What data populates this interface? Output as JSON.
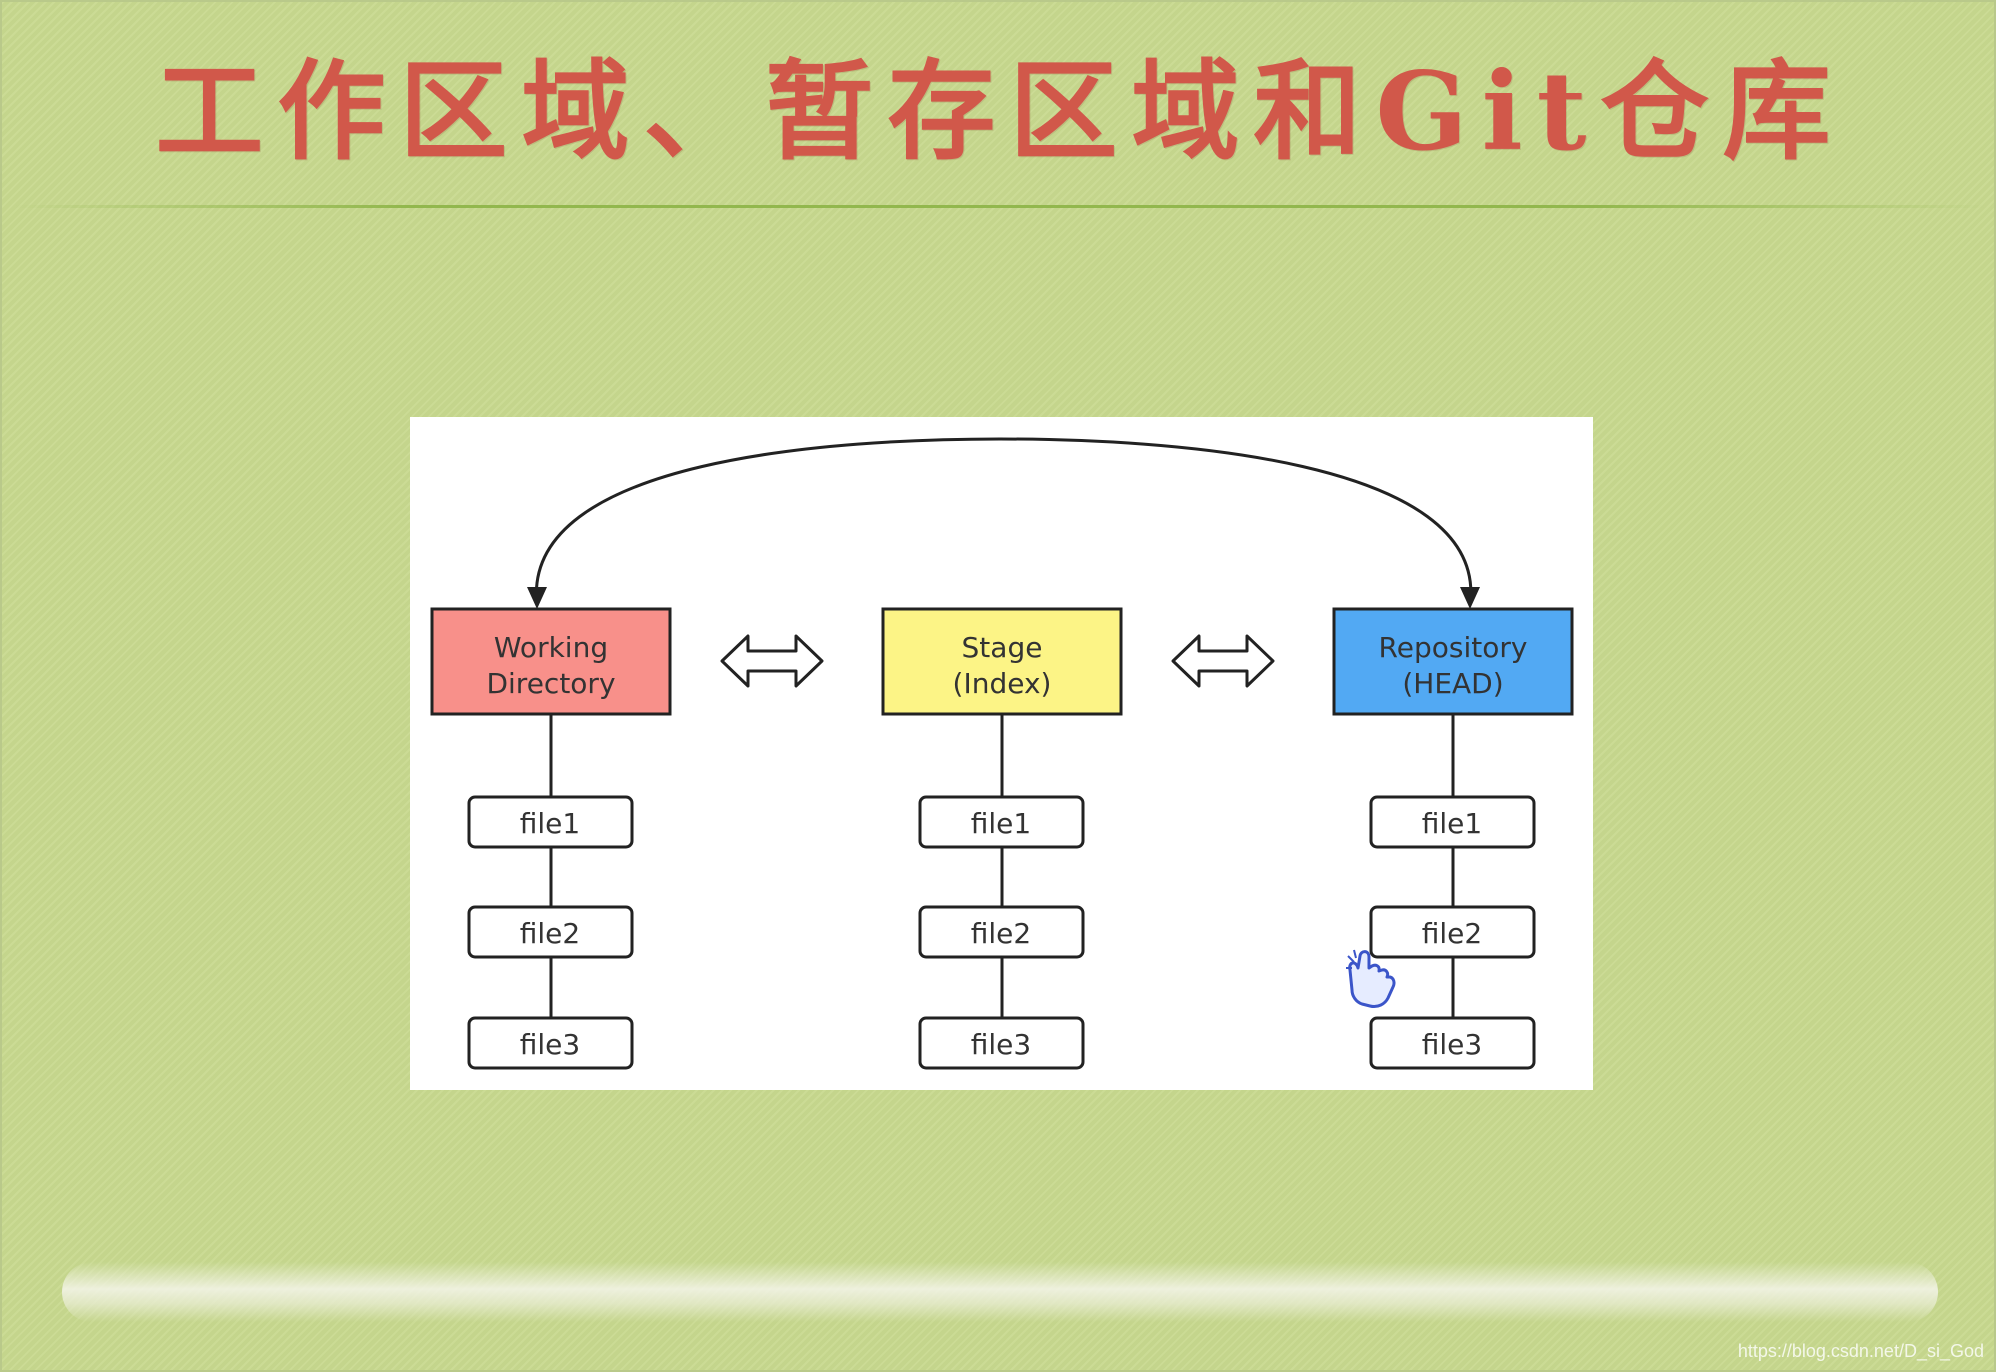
{
  "title": "工作区域、暂存区域和Git仓库",
  "colors": {
    "background": "#c8d98f",
    "title": "#d1584a",
    "working": "#f8908a",
    "stage": "#fcf486",
    "repository": "#52a9f3"
  },
  "diagram": {
    "nodes": [
      {
        "id": "working",
        "line1": "Working",
        "line2": "Directory",
        "files": [
          "file1",
          "file2",
          "file3"
        ]
      },
      {
        "id": "stage",
        "line1": "Stage",
        "line2": "(Index)",
        "files": [
          "file1",
          "file2",
          "file3"
        ]
      },
      {
        "id": "repository",
        "line1": "Repository",
        "line2": "(HEAD)",
        "files": [
          "file1",
          "file2",
          "file3"
        ]
      }
    ],
    "connectors": [
      {
        "type": "double-arrow",
        "between": [
          "working",
          "stage"
        ]
      },
      {
        "type": "double-arrow",
        "between": [
          "stage",
          "repository"
        ]
      },
      {
        "type": "curved-arrow",
        "between": [
          "working",
          "repository"
        ]
      }
    ],
    "cursor_icon": "hand-pointer-icon"
  },
  "watermark": "https://blog.csdn.net/D_si_God"
}
